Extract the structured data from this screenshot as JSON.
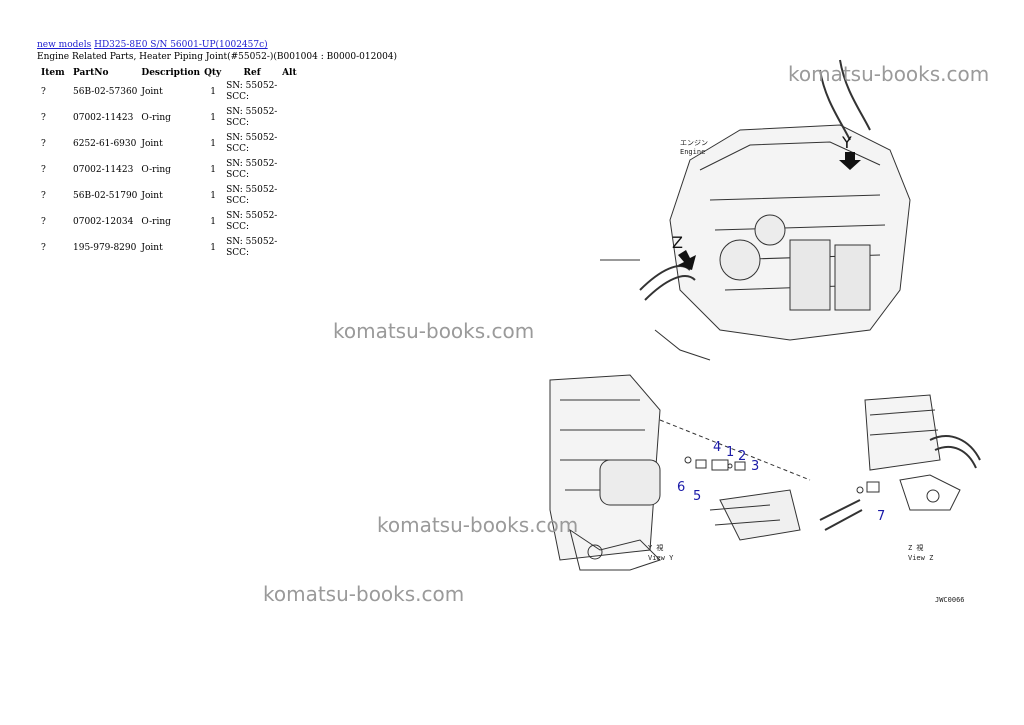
{
  "breadcrumb": {
    "link1": "new models",
    "link2": "HD325-8E0 S/N 56001-UP(1002457c)"
  },
  "page_title": "Engine Related Parts, Heater Piping Joint(#55052-)(B001004 : B0000-012004)",
  "table": {
    "headers": {
      "item": "Item",
      "partno": "PartNo",
      "description": "Description",
      "qty": "Qty",
      "ref": "Ref",
      "alt": "Alt"
    },
    "rows": [
      {
        "item": "?",
        "partno": "56B-02-57360",
        "description": "Joint",
        "qty": "1",
        "ref": "SN: 55052-SCC:",
        "alt": ""
      },
      {
        "item": "?",
        "partno": "07002-11423",
        "description": "O-ring",
        "qty": "1",
        "ref": "SN: 55052-SCC:",
        "alt": ""
      },
      {
        "item": "?",
        "partno": "6252-61-6930",
        "description": "Joint",
        "qty": "1",
        "ref": "SN: 55052-SCC:",
        "alt": ""
      },
      {
        "item": "?",
        "partno": "07002-11423",
        "description": "O-ring",
        "qty": "1",
        "ref": "SN: 55052-SCC:",
        "alt": ""
      },
      {
        "item": "?",
        "partno": "56B-02-51790",
        "description": "Joint",
        "qty": "1",
        "ref": "SN: 55052-SCC:",
        "alt": ""
      },
      {
        "item": "?",
        "partno": "07002-12034",
        "description": "O-ring",
        "qty": "1",
        "ref": "SN: 55052-SCC:",
        "alt": ""
      },
      {
        "item": "?",
        "partno": "195-979-8290",
        "description": "Joint",
        "qty": "1",
        "ref": "SN: 55052-SCC:",
        "alt": ""
      }
    ]
  },
  "watermarks": [
    "komatsu-books.com",
    "komatsu-books.com",
    "komatsu-books.com",
    "komatsu-books.com"
  ],
  "diagram": {
    "engine_label_jp": "エンジン",
    "engine_label": "Engine",
    "view_y_label": "Y",
    "view_z_label": "Z",
    "view_y_caption_jp": "Y 視",
    "view_y_caption": "View Y",
    "view_z_caption_jp": "Z 視",
    "view_z_caption": "View Z",
    "callouts": [
      "1",
      "2",
      "3",
      "4",
      "5",
      "6",
      "7"
    ],
    "drawing_id": "JWC0066"
  }
}
